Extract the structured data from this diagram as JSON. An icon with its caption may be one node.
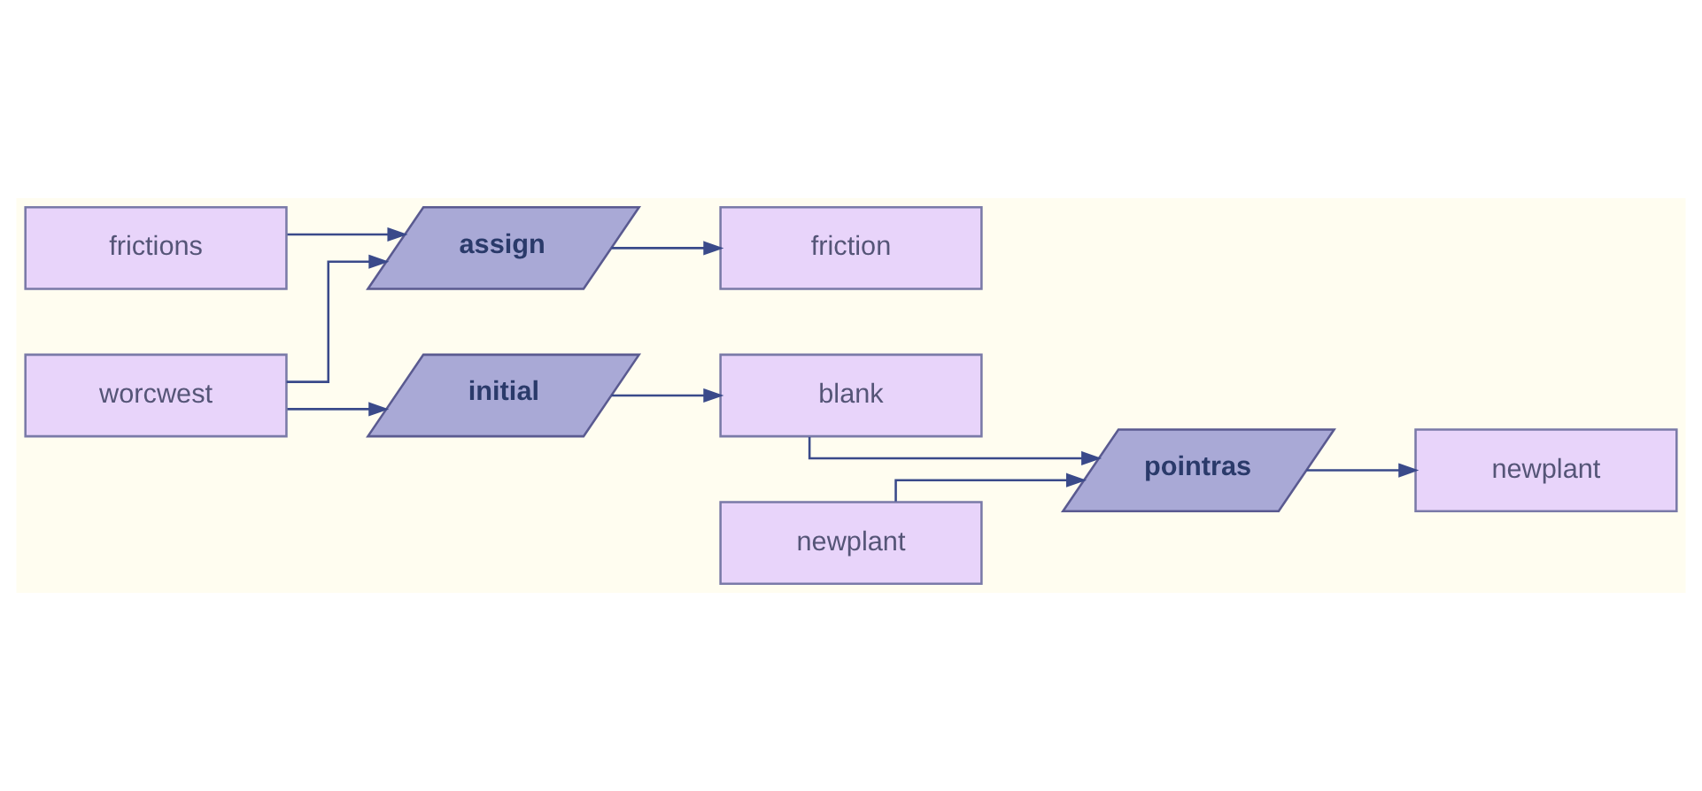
{
  "diagram": {
    "nodes": [
      {
        "text": [
          "frictions"
        ]
      },
      {
        "text": [
          "worcwest"
        ]
      },
      {
        "text": [
          "assign"
        ]
      },
      {
        "text": [
          "friction"
        ]
      },
      {
        "text": [
          "initial"
        ]
      },
      {
        "text": [
          "blank"
        ]
      },
      {
        "text": [
          "newplant"
        ]
      },
      {
        "text": [
          "pointras"
        ]
      },
      {
        "text": [
          "newplant"
        ]
      }
    ],
    "edges": [
      {
        "from": 0,
        "to": 2,
        "arrow": "to"
      },
      {
        "from": 1,
        "to": 2,
        "arrow": "to"
      },
      {
        "from": 1,
        "to": 4,
        "arrow": "to"
      },
      {
        "from": 2,
        "to": 3,
        "arrow": "to"
      },
      {
        "from": 4,
        "to": 5,
        "arrow": "to"
      },
      {
        "from": 5,
        "to": 7,
        "arrow": "to"
      },
      {
        "from": 6,
        "to": 7,
        "arrow": "to"
      },
      {
        "from": 7,
        "to": 8,
        "arrow": "to"
      }
    ]
  }
}
